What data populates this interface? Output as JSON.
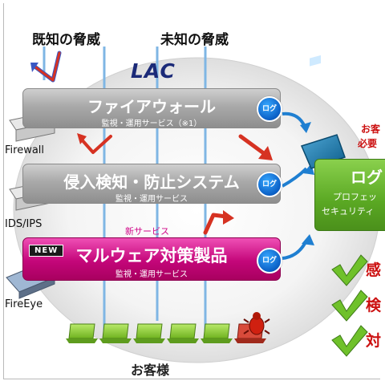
{
  "threats": {
    "known": "既知の脅威",
    "unknown": "未知の脅威"
  },
  "brand": "LAC",
  "bars": [
    {
      "title": "ファイアウォール",
      "subtitle": "監視・運用サービス（※1）",
      "log": "ログ",
      "device": "Firewall"
    },
    {
      "title": "侵入検知・防止システム",
      "subtitle": "監視・運用サービス",
      "log": "ログ",
      "device": "IDS/IPS"
    },
    {
      "title": "マルウェア対策製品",
      "subtitle": "監視・運用サービス",
      "log": "ログ",
      "device": "FireEye",
      "badge": "NEW"
    }
  ],
  "new_service_label": "新サービス",
  "right_panel": {
    "red_line1": "お客",
    "red_line2": "必要",
    "title": "ログ",
    "sub1": "プロフェッ",
    "sub2": "セキュリティ"
  },
  "checks": [
    "感",
    "検",
    "対"
  ],
  "customer_label": "お客様",
  "colors": {
    "brand_navy": "#1b2a78",
    "magenta": "#c4067a",
    "log_blue": "#0b5fc5",
    "arrow_red": "#d63222",
    "green": "#5aa823",
    "check_red": "#cc1010"
  },
  "icons": [
    "firewall-device-icon",
    "ids-device-icon",
    "fireeye-device-icon",
    "monitor-icon",
    "checkmark-icon",
    "laptop-icon",
    "bug-icon"
  ]
}
